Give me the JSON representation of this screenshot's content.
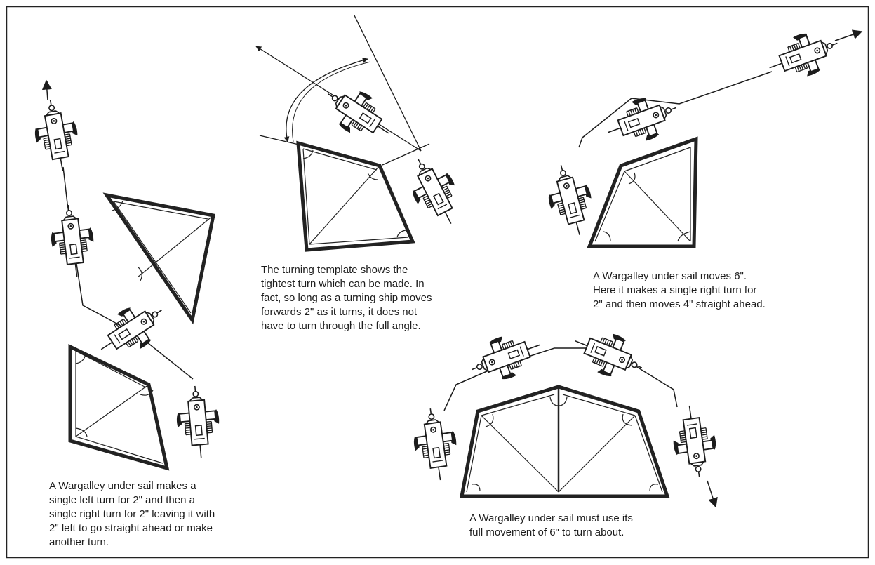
{
  "captions": {
    "turn_left_right": "A Wargalley under sail makes a\nsingle left turn for 2\" and then a\nsingle right turn for 2\" leaving it with\n2\" left to go straight ahead or make\nanother turn.",
    "turning_template": "The turning template shows the\ntightest turn which can be made. In\nfact, so long as a turning ship moves\nforwards 2\" as it turns, it does not\nhave to turn through the full angle.",
    "single_right_turn": "A Wargalley under sail moves 6\".\nHere it makes a single right turn for\n2\" and then moves 4\" straight ahead.",
    "turn_about": "A Wargalley under sail must use its\nfull movement of 6\" to turn about."
  },
  "colors": {
    "ink": "#1c1c1c",
    "ship_fill": "#ffffff",
    "border": "#222222"
  },
  "icons": {
    "ship": "wargalley-ship-icon",
    "arrow": "arrowhead-icon"
  }
}
